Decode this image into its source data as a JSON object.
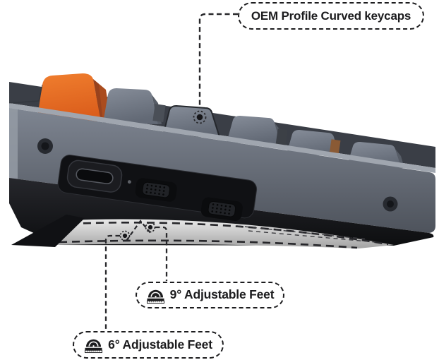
{
  "scene": {
    "subject": "mechanical keyboard side profile with feature callouts"
  },
  "callouts": [
    {
      "id": "keycaps",
      "label": "OEM Profile Curved keycaps",
      "icon": null
    },
    {
      "id": "feet-9deg",
      "label": "9° Adjustable Feet",
      "icon": "protractor-ruler-icon"
    },
    {
      "id": "feet-6deg",
      "label": "6° Adjustable Feet",
      "icon": "protractor-ruler-icon"
    }
  ],
  "colors": {
    "background": "#ffffff",
    "callout_border": "#1d1d1f",
    "callout_text": "#1c1c1e",
    "keycap_orange": "#e8692a",
    "keycap_gray": "#6e7582",
    "case_gray": "#6b717c",
    "case_black": "#141519",
    "underside_silver": "#c9c9c9",
    "leader_line": "#28282b"
  }
}
